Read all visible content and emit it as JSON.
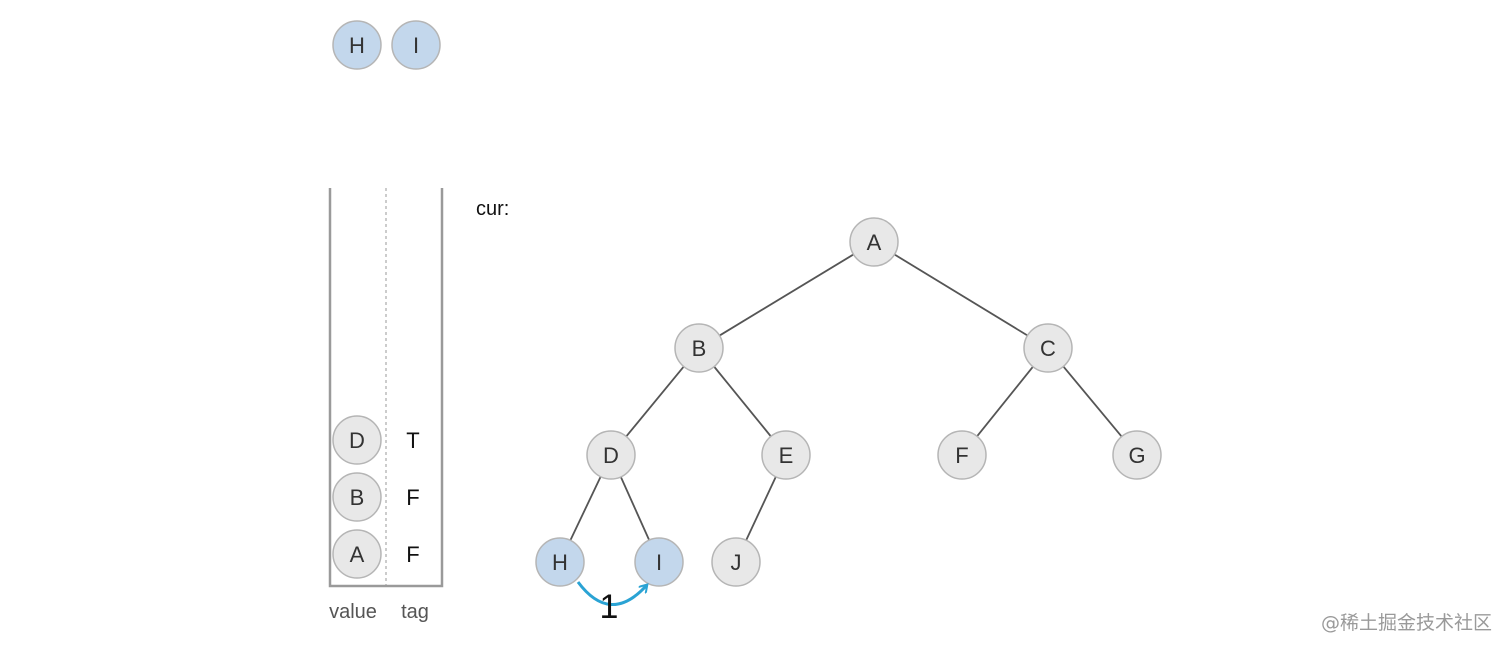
{
  "colors": {
    "visited": "#c3d7ec",
    "default": "#e8e8e8",
    "stroke": "#b5b5b5",
    "edge": "#555555",
    "arrow": "#2aa3d4",
    "stack_border": "#9a9a9a"
  },
  "output": {
    "nodes": [
      {
        "label": "H"
      },
      {
        "label": "I"
      }
    ]
  },
  "stack": {
    "value_label": "value",
    "tag_label": "tag",
    "entries": [
      {
        "value": "D",
        "tag": "T"
      },
      {
        "value": "B",
        "tag": "F"
      },
      {
        "value": "A",
        "tag": "F"
      }
    ]
  },
  "cur_label": "cur:",
  "tree": {
    "nodes": [
      {
        "id": "A",
        "label": "A",
        "state": "default"
      },
      {
        "id": "B",
        "label": "B",
        "state": "default"
      },
      {
        "id": "C",
        "label": "C",
        "state": "default"
      },
      {
        "id": "D",
        "label": "D",
        "state": "default"
      },
      {
        "id": "E",
        "label": "E",
        "state": "default"
      },
      {
        "id": "F",
        "label": "F",
        "state": "default"
      },
      {
        "id": "G",
        "label": "G",
        "state": "default"
      },
      {
        "id": "H",
        "label": "H",
        "state": "visited"
      },
      {
        "id": "I",
        "label": "I",
        "state": "visited"
      },
      {
        "id": "J",
        "label": "J",
        "state": "default"
      }
    ],
    "edges": [
      {
        "from": "A",
        "to": "B"
      },
      {
        "from": "A",
        "to": "C"
      },
      {
        "from": "B",
        "to": "D"
      },
      {
        "from": "B",
        "to": "E"
      },
      {
        "from": "C",
        "to": "F"
      },
      {
        "from": "C",
        "to": "G"
      },
      {
        "from": "D",
        "to": "H"
      },
      {
        "from": "D",
        "to": "I"
      },
      {
        "from": "E",
        "to": "J"
      }
    ]
  },
  "step_arrow": {
    "from": "H",
    "to": "I",
    "label": "1"
  },
  "watermark": "@稀土掘金技术社区"
}
